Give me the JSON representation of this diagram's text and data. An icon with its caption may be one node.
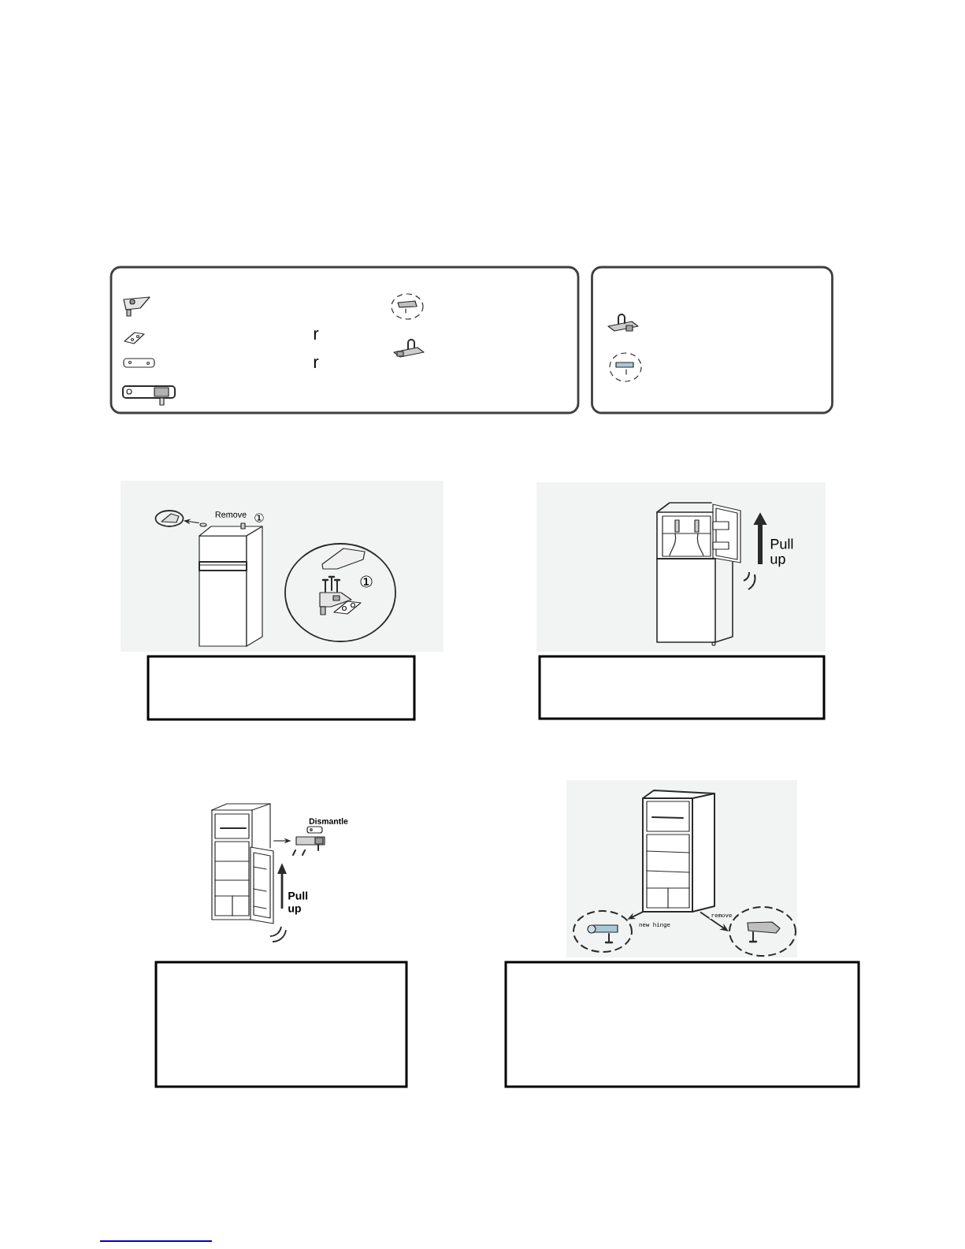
{
  "diagram": {
    "nodes": [
      {
        "text": [],
        "shape": "box"
      },
      {
        "text": [],
        "shape": "box"
      },
      {
        "text": [],
        "shape": "picture"
      },
      {
        "text": [],
        "shape": "circle"
      },
      {
        "text": [
          "①"
        ]
      },
      {
        "text": [],
        "shape": "box"
      },
      {
        "text": [],
        "shape": "box"
      },
      {
        "text": [],
        "shape": "picture"
      },
      {
        "text": [],
        "shape": "picture",
        "beside": [
          "Dismantle"
        ]
      },
      {
        "text": [],
        "shape": "box"
      },
      {
        "text": [],
        "shape": "picture"
      },
      {
        "text": [],
        "shape": "circle"
      },
      {
        "text": [],
        "shape": "circle"
      },
      {
        "text": [],
        "shape": "box"
      }
    ],
    "edges": [
      {
        "from": 2,
        "to": 3,
        "arrow": "to"
      },
      {
        "from": 7,
        "to": 8,
        "arrow": "to"
      },
      {
        "from": 10,
        "to": 11,
        "arrow": "to",
        "label": "new hinge"
      },
      {
        "from": 10,
        "to": 12,
        "arrow": "to",
        "label": "remove"
      }
    ],
    "labels": [
      "r",
      "r",
      "Remove",
      "①",
      "Pull up",
      "Pull up"
    ]
  }
}
